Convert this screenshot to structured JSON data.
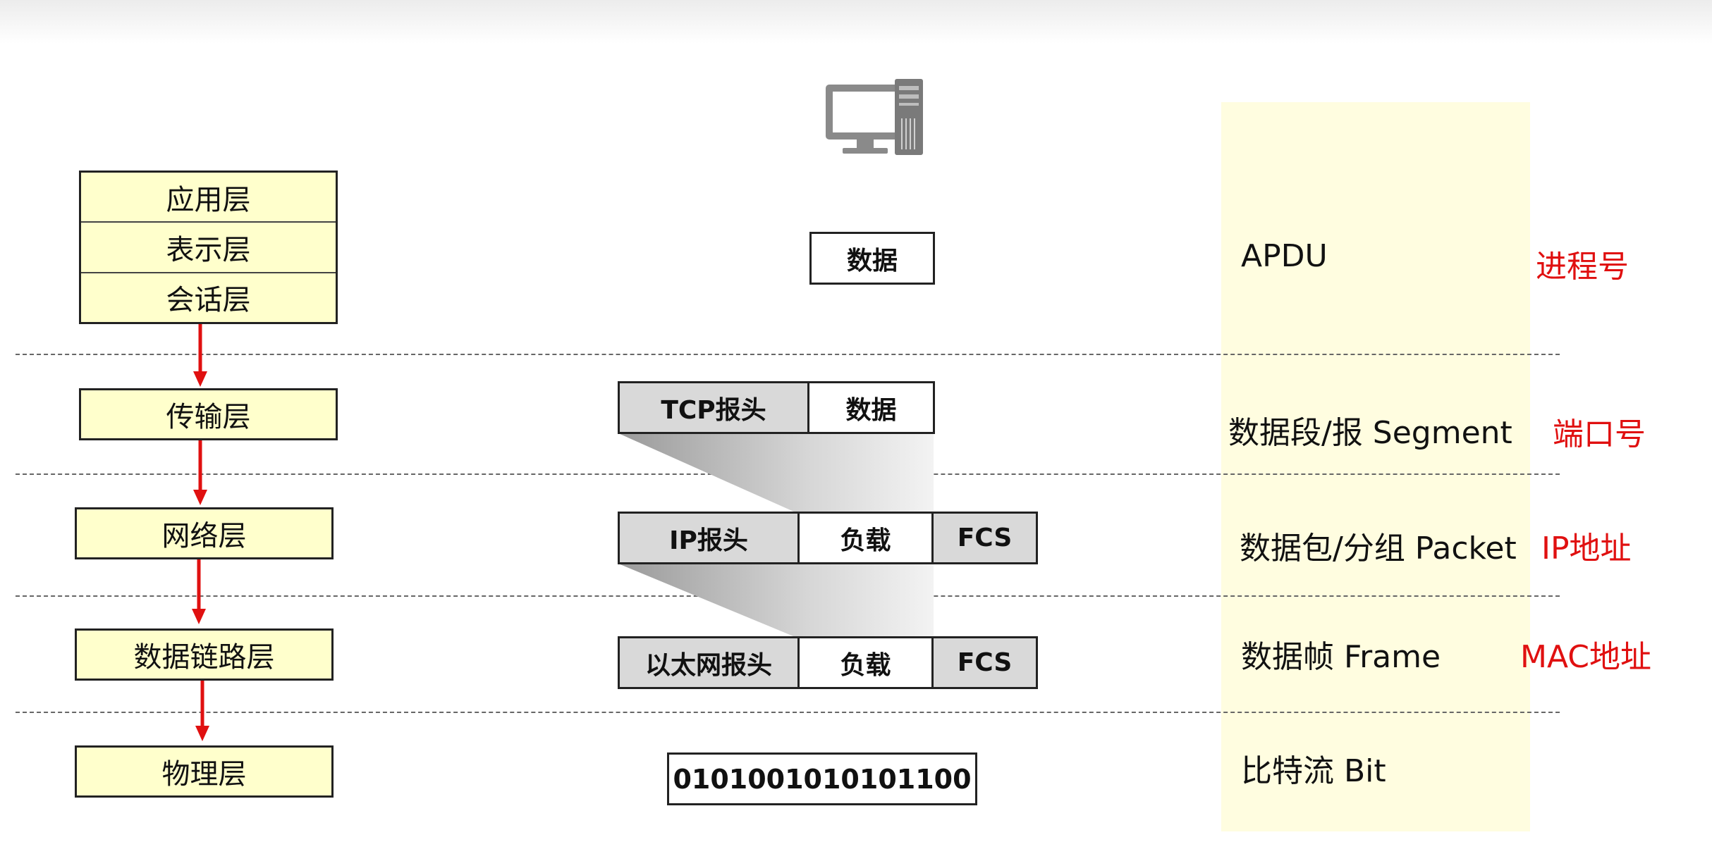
{
  "layers": {
    "upper": [
      "应用层",
      "表示层",
      "会话层"
    ],
    "transport": "传输层",
    "network": "网络层",
    "datalink": "数据链路层",
    "physical": "物理层"
  },
  "encapsulation": {
    "app_data": "数据",
    "tcp": {
      "header": "TCP报头",
      "data": "数据"
    },
    "ip": {
      "header": "IP报头",
      "payload": "负载",
      "fcs": "FCS"
    },
    "ethernet": {
      "header": "以太网报头",
      "payload": "负载",
      "fcs": "FCS"
    },
    "bits": "0101001010101100"
  },
  "pdu": {
    "application": "APDU",
    "transport": "数据段/报 Segment",
    "network": "数据包/分组 Packet",
    "datalink": "数据帧 Frame",
    "physical": "比特流 Bit"
  },
  "addressing": {
    "application": "进程号",
    "transport": "端口号",
    "network": "IP地址",
    "datalink": "MAC地址"
  },
  "colors": {
    "layer_fill": "#ffffcc",
    "pdu_panel": "#fffde0",
    "arrow": "#e01010",
    "address_text": "#e01010",
    "header_fill": "#d9d9d9"
  }
}
